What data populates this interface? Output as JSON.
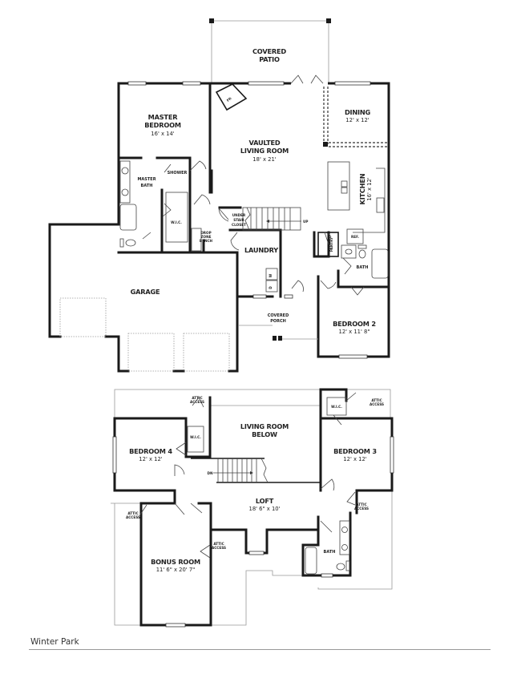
{
  "plan_name": "Winter Park",
  "first_floor": {
    "rooms": [
      {
        "id": "covered-patio",
        "line1": "COVERED",
        "line2": "PATIO",
        "dim": ""
      },
      {
        "id": "master-bedroom",
        "line1": "MASTER",
        "line2": "BEDROOM",
        "dim": "16' x 14'"
      },
      {
        "id": "vaulted-living-room",
        "line1": "VAULTED",
        "line2": "LIVING ROOM",
        "dim": "18' x 21'"
      },
      {
        "id": "dining",
        "line1": "DINING",
        "line2": "",
        "dim": "12' x 12'"
      },
      {
        "id": "kitchen",
        "line1": "KITCHEN",
        "line2": "",
        "dim": "16' x 12'"
      },
      {
        "id": "master-bath",
        "line1": "MASTER",
        "line2": "BATH",
        "dim": ""
      },
      {
        "id": "garage",
        "line1": "GARAGE",
        "line2": "",
        "dim": ""
      },
      {
        "id": "laundry",
        "line1": "LAUNDRY",
        "line2": "",
        "dim": ""
      },
      {
        "id": "covered-porch",
        "line1": "COVERED",
        "line2": "PORCH",
        "dim": ""
      },
      {
        "id": "bedroom-2",
        "line1": "BEDROOM 2",
        "line2": "",
        "dim": "12' x 11' 8\""
      },
      {
        "id": "bath-1",
        "line1": "BATH",
        "line2": "",
        "dim": ""
      }
    ],
    "fixtures": {
      "fireplace": "FP.",
      "shower": "SHOWER",
      "wic": "W.I.C.",
      "drop_zone": [
        "DROP",
        "ZONE",
        "BENCH"
      ],
      "under_stair_closet": [
        "UNDER",
        "STAIR",
        "CLOSET"
      ],
      "stair_up": "UP",
      "pantry": "PANTRY",
      "refrigerator": "REF.",
      "washer": "W",
      "dryer": "D"
    }
  },
  "second_floor": {
    "rooms": [
      {
        "id": "living-room-below",
        "line1": "LIVING ROOM",
        "line2": "BELOW",
        "dim": ""
      },
      {
        "id": "bedroom-4",
        "line1": "BEDROOM 4",
        "line2": "",
        "dim": "12' x 12'"
      },
      {
        "id": "bedroom-3",
        "line1": "BEDROOM 3",
        "line2": "",
        "dim": "12' x 12'"
      },
      {
        "id": "loft",
        "line1": "LOFT",
        "line2": "",
        "dim": "18' 6\" x 10'"
      },
      {
        "id": "bonus-room",
        "line1": "BONUS ROOM",
        "line2": "",
        "dim": "11' 6\" x 20' 7\""
      },
      {
        "id": "bath-2",
        "line1": "BATH",
        "line2": "",
        "dim": ""
      }
    ],
    "fixtures": {
      "attic_access": [
        "ATTIC",
        "ACCESS"
      ],
      "wic": "W.I.C.",
      "stair_down": "DN"
    }
  }
}
